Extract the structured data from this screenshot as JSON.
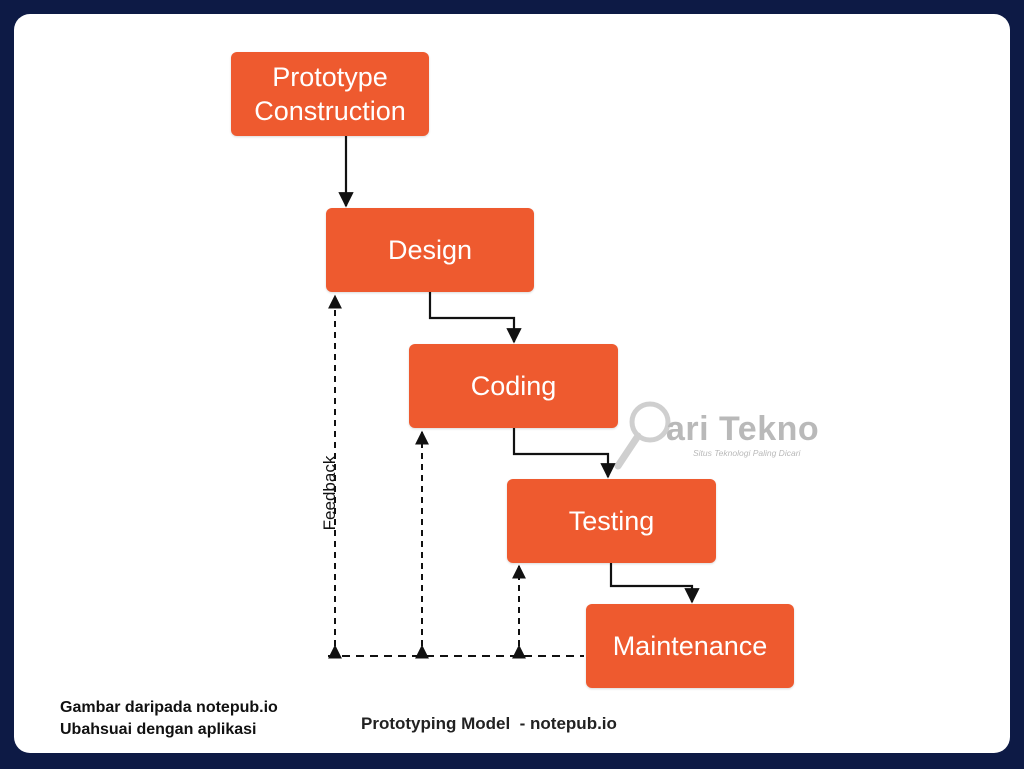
{
  "diagram": {
    "boxes": [
      {
        "id": "prototype-construction",
        "label": "Prototype\nConstruction"
      },
      {
        "id": "design",
        "label": "Design"
      },
      {
        "id": "coding",
        "label": "Coding"
      },
      {
        "id": "testing",
        "label": "Testing"
      },
      {
        "id": "maintenance",
        "label": "Maintenance"
      }
    ],
    "feedback_label": "Feedback",
    "caption": "Prototyping Model  - notepub.io",
    "colors": {
      "box": "#ee5a2f",
      "arrow": "#111111",
      "frame": "#0d1a45"
    }
  },
  "credit": {
    "line1": "Gambar daripada notepub.io",
    "line2": "Ubahsuai dengan aplikasi"
  },
  "watermark": {
    "icon": "magnifier-icon",
    "title": "ari Tekno",
    "subtitle": "Situs Teknologi Paling Dicari"
  }
}
